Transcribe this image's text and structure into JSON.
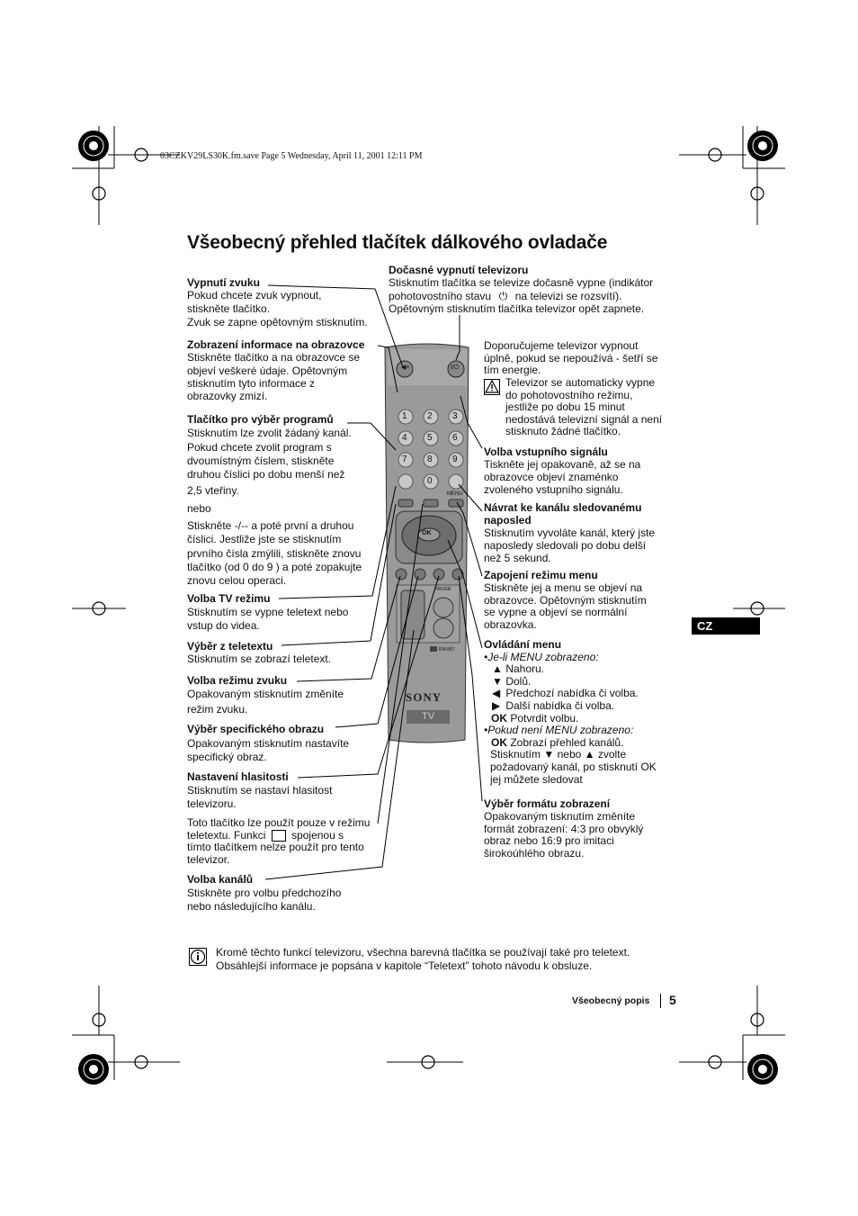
{
  "header": {
    "file_info": "03CZKV29LS30K.fm.save  Page 5  Wednesday, April 11, 2001  12:11 PM"
  },
  "title": "Všeobecný přehled tlačítek dálkového ovladače",
  "left": {
    "mute": {
      "title": "Vypnutí zvuku",
      "l1": "Pokud chcete zvuk vypnout,",
      "l2": "stiskněte tlačítko.",
      "l3": "Zvuk se zapne opětovným stisknutím."
    },
    "osd": {
      "title": "Zobrazení informace na obrazovce",
      "l1": "Stiskněte tlačítko a na obrazovce se",
      "l2": "objeví veškeré údaje. Opětovným",
      "l3": "stisknutím tyto informace z",
      "l4": "obrazovky zmizí."
    },
    "prog": {
      "title": "Tlačítko pro výběr programů",
      "l1": "Stisknutím lze zvolit žádaný kanál.",
      "l2": "Pokud chcete zvolit program s",
      "l3": "dvoumístným číslem, stiskněte",
      "l4": "druhou číslici po dobu menší než",
      "l5": "2,5 vteřiny.",
      "l6": "nebo",
      "l7": "Stiskněte -/-- a poté první a druhou",
      "l8": "číslici. Jestliže jste se stisknutím",
      "l9": "prvního čísla zmýlili, stiskněte znovu",
      "l10": "tlačítko  (od 0 do 9 )  a poté zopakujte",
      "l11": "znovu celou operaci."
    },
    "tvmode": {
      "title": "Volba TV režimu",
      "l1": "Stisknutím se vypne teletext nebo",
      "l2": "vstup do videa."
    },
    "ttx": {
      "title": "Výběr z teletextu",
      "l1": "Stisknutím se zobrazí teletext."
    },
    "sound": {
      "title": "Volba režimu zvuku",
      "l1": "Opakovaným stisknutím změníte",
      "l2": "režim zvuku."
    },
    "picture": {
      "title": "Výběr specifického obrazu",
      "l1": "Opakovaným stisknutím nastavíte",
      "l2": "specifický obraz."
    },
    "volume": {
      "title": "Nastavení hlasitosti",
      "l1": "Stisknutím se nastaví hlasitost",
      "l2": "televizoru."
    },
    "note": {
      "l1": "Toto tlačítko lze použít pouze v režimu",
      "l2a": "teletextu. Funkci",
      "l2b": "spojenou s",
      "l3": "tímto tlačítkem nelze použít pro tento",
      "l4": "televizor."
    },
    "channel": {
      "title": "Volba kanálů",
      "l1": "Stiskněte pro volbu předchozího",
      "l2": "nebo následujícího kanálu."
    }
  },
  "right": {
    "standby": {
      "title": "Dočasné vypnutí televizoru",
      "l1": "Stisknutím tlačítka se televize dočasně vypne (indikátor",
      "l2a": "pohotovostního stavu",
      "l2b": "na televizi se rozsvítí).",
      "l3": "Opětovným stisknutím tlačítka televizor opět zapnete."
    },
    "recommend": {
      "l1": "Doporučujeme televizor vypnout",
      "l2": "úplně, pokud se nepoužívá - šetří se",
      "l3": "tím energie."
    },
    "warn": {
      "l1": "Televizor se automaticky vypne",
      "l2": "do  pohotovostního režimu,",
      "l3": "jestliže po dobu 15 minut",
      "l4": "nedostává televizní signál a není",
      "l5": "stisknuto žádné tlačítko."
    },
    "input": {
      "title": "Volba vstupního signálu",
      "l1": "Tiskněte jej opakovaně, až se na",
      "l2": "obrazovce objeví znaménko",
      "l3": "zvoleného vstupního signálu."
    },
    "last": {
      "title1": "Návrat ke kanálu sledovanému",
      "title2": "naposled",
      "l1": "Stisknutím vyvoláte kanál, který jste",
      "l2": "naposledy sledovali po dobu delší",
      "l3": "než 5 sekund."
    },
    "menu": {
      "title": "Zapojení režimu menu",
      "l1": "Stiskněte jej a menu se objeví na",
      "l2": "obrazovce. Opětovným stisknutím",
      "l3": "se vypne a objeví se normální",
      "l4": "obrazovka."
    },
    "ctrl": {
      "title": "Ovládání menu",
      "l1": "•Je-li MENU zobrazeno:",
      "up": "Nahoru.",
      "down": "Dolů.",
      "left": "Předchozí nabídka či volba.",
      "right": "Další nabídka či volba.",
      "ok": "OK",
      "ok_text": "Potvrdit volbu.",
      "l2": "•Pokud není MENU zobrazeno:",
      "ok2_text": "Zobrazí přehled kanálů.",
      "l3a": "Stisknutím",
      "l3b": "nebo",
      "l3c": "zvolte",
      "l4": "požadovaný kanál, po stisknutí OK",
      "l5": "jej můžete sledovat"
    },
    "format": {
      "title": "Výběr formátu zobrazení",
      "l1": "Opakovaným tisknutím změníte",
      "l2": "formát zobrazení: 4:3 pro obvyklý",
      "l3": "obraz nebo 16:9 pro imitaci",
      "l4": "širokoúhlého obrazu."
    }
  },
  "remote": {
    "brand": "SONY",
    "tv": "TV",
    "menu": "MENU",
    "ok": "OK",
    "prog": "PROGR",
    "model": "RM 887",
    "digits": [
      "1",
      "2",
      "3",
      "4",
      "5",
      "6",
      "7",
      "8",
      "9",
      "0"
    ]
  },
  "cz_tab": "CZ",
  "info": {
    "l1": "Kromě těchto funkcí televizoru, všechna barevná tlačítka se používají také pro teletext.",
    "l2": "Obsáhlejší informace je popsána v kapitole “Teletext” tohoto návodu k obsluze."
  },
  "footer": {
    "section": "Všeobecný popis",
    "page": "5"
  }
}
